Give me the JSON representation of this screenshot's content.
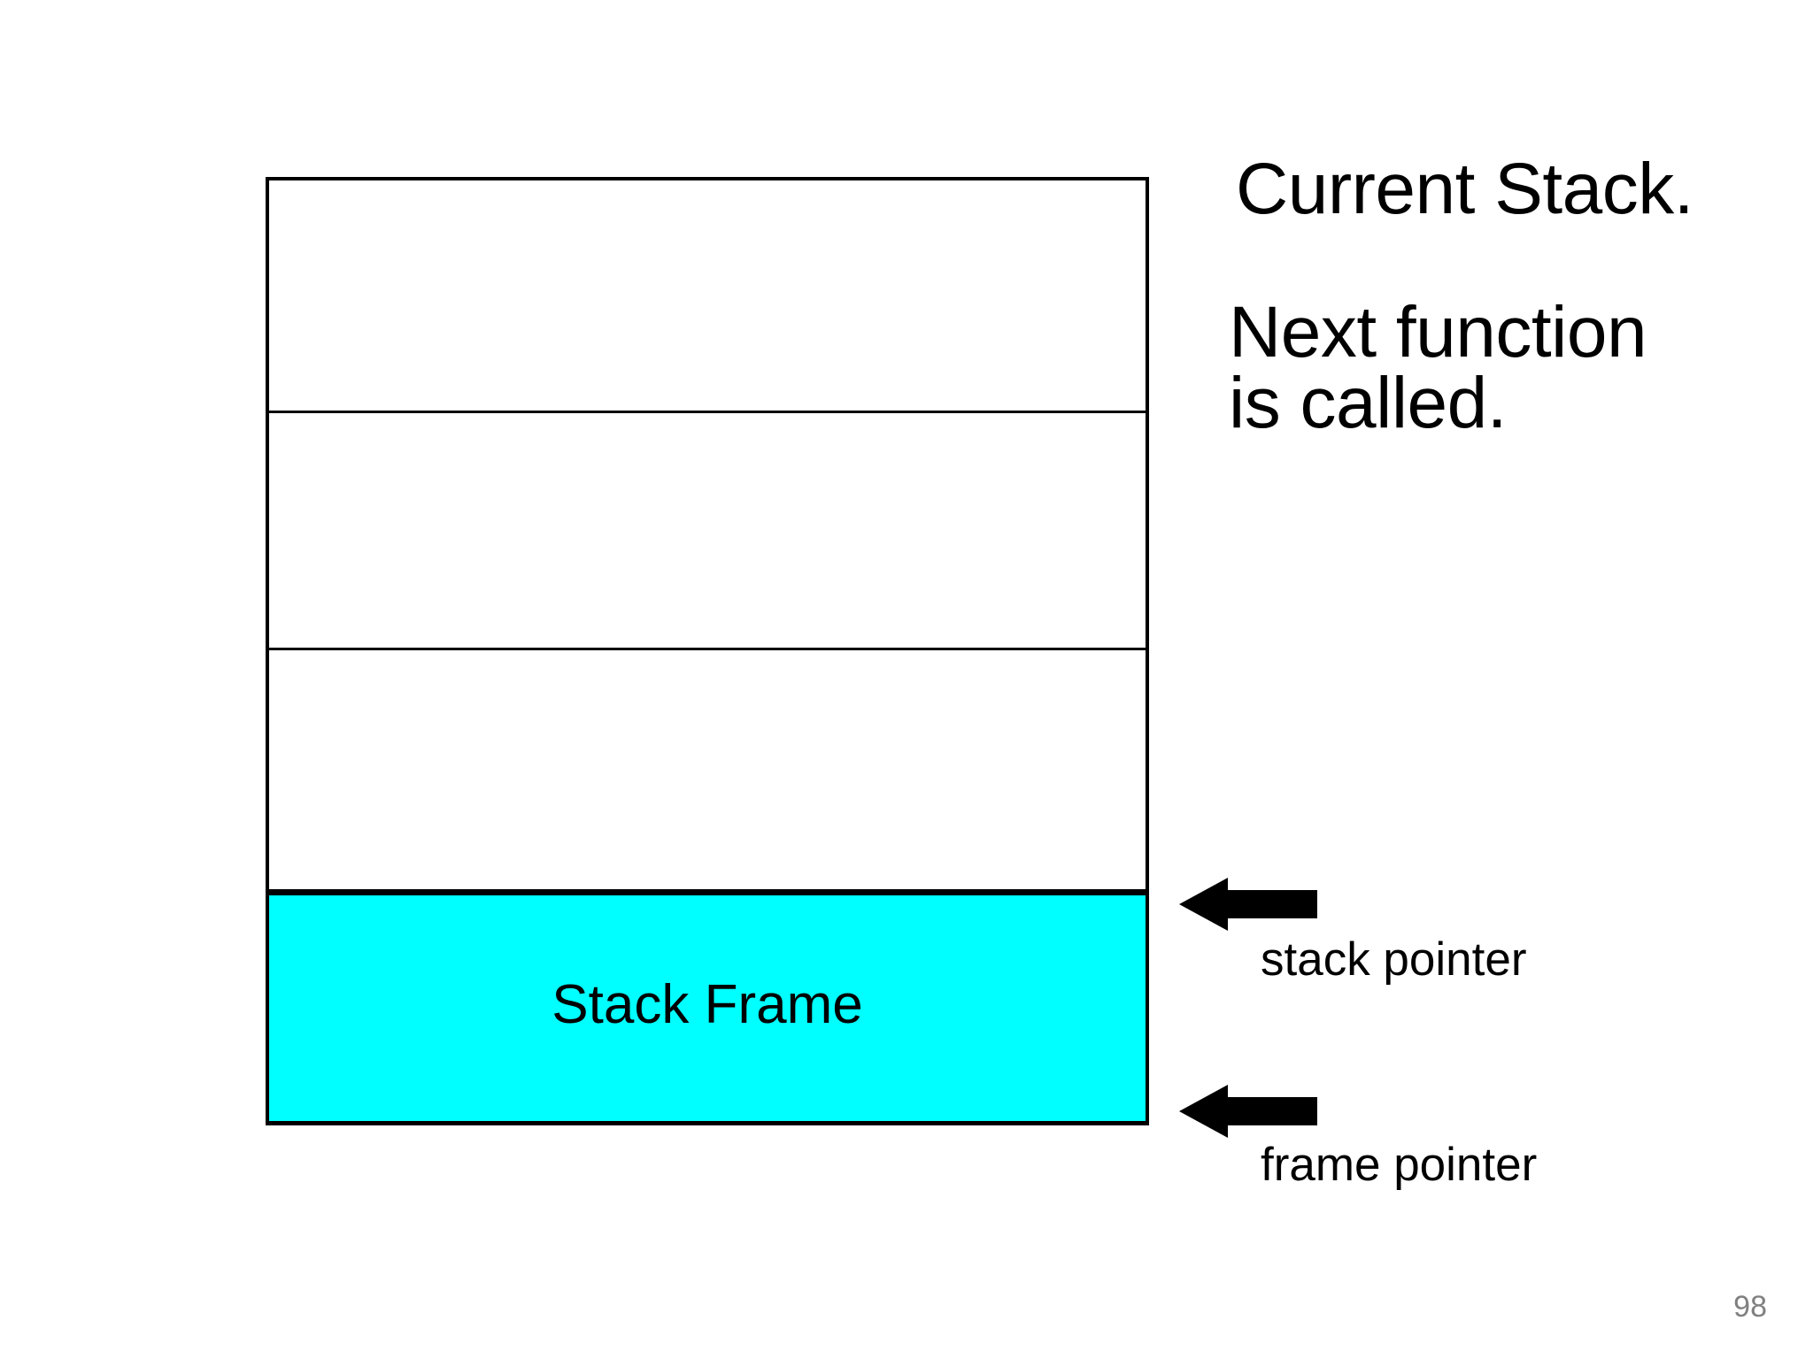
{
  "slide": {
    "page_number": "98",
    "background_color": "#ffffff"
  },
  "diagram": {
    "name": "call-stack-diagram",
    "cells": [
      {
        "id": "empty-top",
        "label": "",
        "fill": "#ffffff"
      },
      {
        "id": "empty-mid",
        "label": "",
        "fill": "#ffffff"
      },
      {
        "id": "empty-low",
        "label": "",
        "fill": "#ffffff"
      },
      {
        "id": "stack-frame",
        "label": "Stack Frame",
        "fill": "#00ffff"
      }
    ],
    "frame_label": "Stack Frame",
    "frame_color": "#00ffff",
    "border_color": "#000000"
  },
  "notes": {
    "heading": "Current Stack.",
    "body": "Next function\nis called."
  },
  "pointers": [
    {
      "id": "stack-pointer",
      "label": "stack pointer",
      "arrow": "arrow-left-icon",
      "color": "#000000"
    },
    {
      "id": "frame-pointer",
      "label": "frame pointer",
      "arrow": "arrow-left-icon",
      "color": "#000000"
    }
  ],
  "pointer_labels": {
    "stack": "stack pointer",
    "frame": "frame pointer"
  }
}
